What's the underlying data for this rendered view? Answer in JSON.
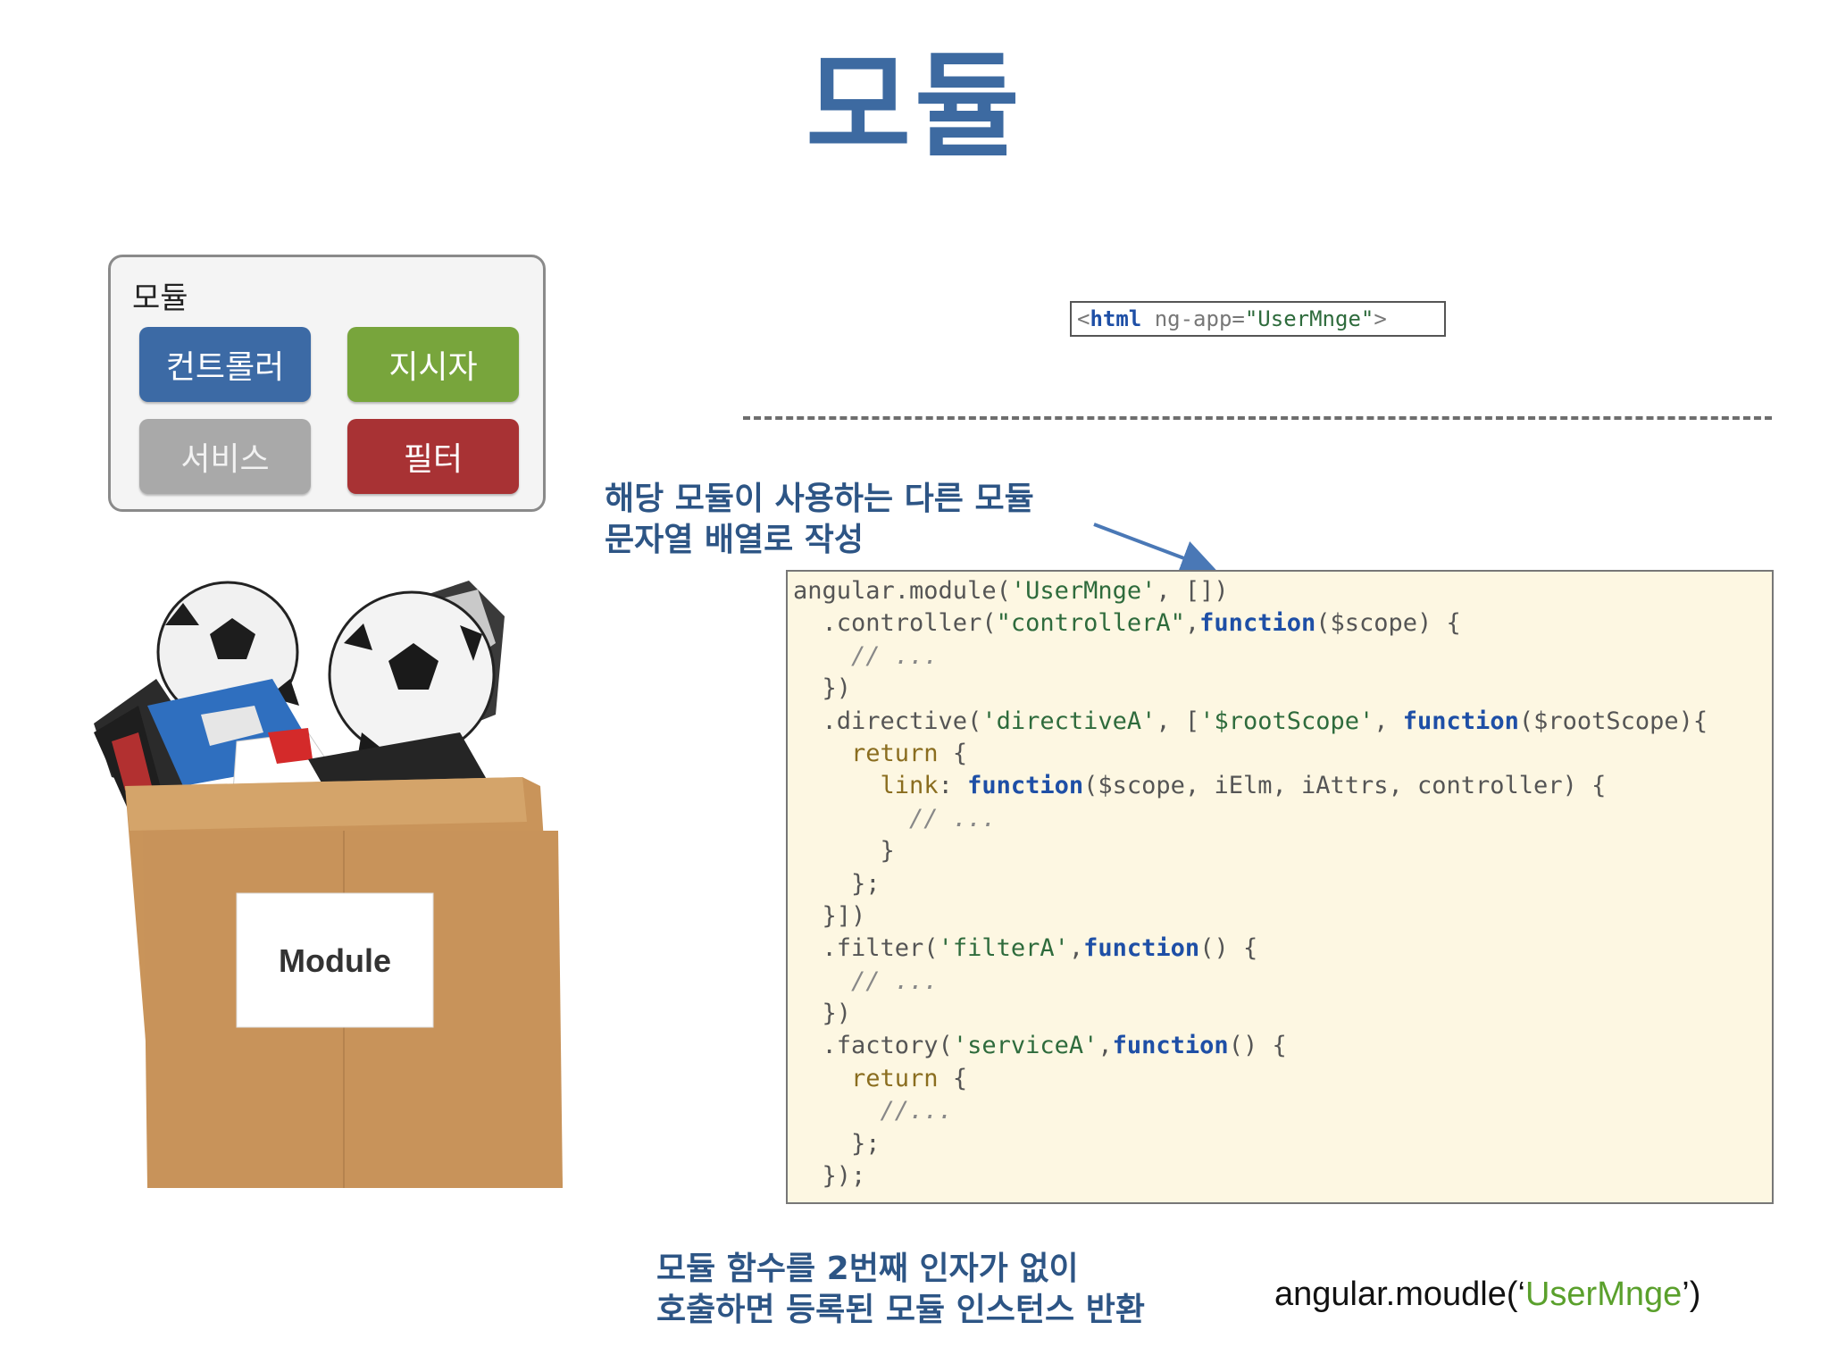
{
  "title": "모듈",
  "module_box": {
    "label": "모듈",
    "chips": [
      "컨트롤러",
      "지시자",
      "서비스",
      "필터"
    ],
    "box_tag": "Module"
  },
  "html_tag": {
    "open": "<",
    "tag": "html",
    "attr": " ng-app=",
    "value": "\"UserMnge\"",
    "close": ">"
  },
  "note_top": {
    "line1": "해당 모듈이 사용하는 다른 모듈",
    "line2": "문자열 배열로 작성"
  },
  "code_lines": [
    "angular.module('UserMnge', [])",
    "  .controller(\"controllerA\",function($scope) {",
    "    // ...",
    "  })",
    "  .directive('directiveA', ['$rootScope', function($rootScope){",
    "    return {",
    "      link: function($scope, iElm, iAttrs, controller) {",
    "        // ...",
    "      }",
    "    };",
    "  }])",
    "  .filter('filterA',function() {",
    "    // ...",
    "  })",
    "  .factory('serviceA',function() {",
    "    return {",
    "      //...",
    "    };",
    "  });"
  ],
  "note_bottom": {
    "line1": "모듈 함수를 2번째 인자가 없이",
    "line2": "호출하면 등록된 모듈 인스턴스 반환"
  },
  "footer_code": {
    "prefix": "angular.moudle(‘",
    "name": "UserMnge",
    "suffix": "’)"
  },
  "colors": {
    "title": "#3d6aa1",
    "controller_chip": "#3c6aa5",
    "directive_chip": "#78a53c",
    "service_chip": "#a9a9a9",
    "filter_chip": "#a83234",
    "code_bg": "#fdf7e2"
  }
}
